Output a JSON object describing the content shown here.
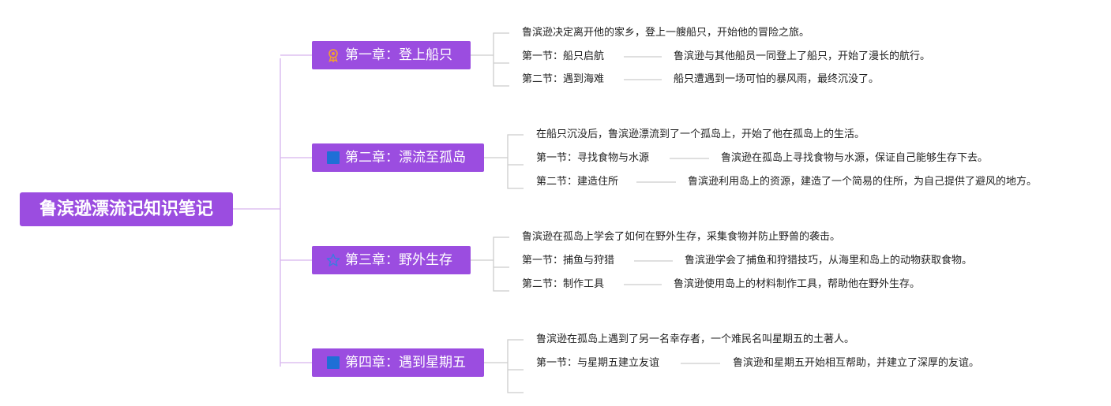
{
  "title": "鲁滨逊漂流记知识笔记",
  "colors": {
    "node": "#9b4de0",
    "line": "#d6b3ee",
    "leafline": "#cccccc",
    "square": "#1f6fd6",
    "medal": "#f0a030"
  },
  "chapters": [
    {
      "label": "第一章：登上船只",
      "icon": "medal-icon",
      "summary": "鲁滨逊决定离开他的家乡，登上一艘船只，开始他的冒险之旅。",
      "sections": [
        {
          "title": "第一节：船只启航",
          "detail": "鲁滨逊与其他船员一同登上了船只，开始了漫长的航行。"
        },
        {
          "title": "第二节：遇到海难",
          "detail": "船只遭遇到一场可怕的暴风雨，最终沉没了。"
        }
      ]
    },
    {
      "label": "第二章：漂流至孤岛",
      "icon": "blue-square-icon",
      "summary": "在船只沉没后，鲁滨逊漂流到了一个孤岛上，开始了他在孤岛上的生活。",
      "sections": [
        {
          "title": "第一节：寻找食物与水源",
          "detail": "鲁滨逊在孤岛上寻找食物与水源，保证自己能够生存下去。"
        },
        {
          "title": "第二节：建造住所",
          "detail": "鲁滨逊利用岛上的资源，建造了一个简易的住所，为自己提供了避风的地方。"
        }
      ]
    },
    {
      "label": "第三章：野外生存",
      "icon": "star-icon",
      "summary": "鲁滨逊在孤岛上学会了如何在野外生存，采集食物并防止野兽的袭击。",
      "sections": [
        {
          "title": "第一节：捕鱼与狩猎",
          "detail": "鲁滨逊学会了捕鱼和狩猎技巧，从海里和岛上的动物获取食物。"
        },
        {
          "title": "第二节：制作工具",
          "detail": "鲁滨逊使用岛上的材料制作工具，帮助他在野外生存。"
        }
      ]
    },
    {
      "label": "第四章：遇到星期五",
      "icon": "blue-square-icon",
      "summary": "鲁滨逊在孤岛上遇到了另一名幸存者，一个难民名叫星期五的土著人。",
      "sections": [
        {
          "title": "第一节：与星期五建立友谊",
          "detail": "鲁滨逊和星期五开始相互帮助，并建立了深厚的友谊。"
        }
      ]
    }
  ]
}
